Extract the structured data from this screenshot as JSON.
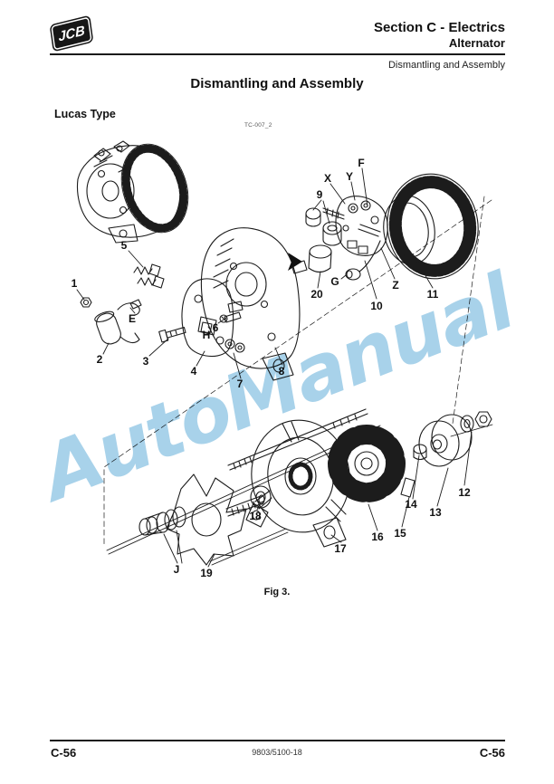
{
  "page": {
    "header": {
      "logo_text": "JCB",
      "section": "Section C - Electrics",
      "subsection": "Alternator",
      "breadcrumb": "Dismantling and Assembly"
    },
    "title": "Dismantling and Assembly",
    "variant_heading": "Lucas Type",
    "drawing_code": "TC-007_2",
    "figure_caption": "Fig 3.",
    "watermark": "AutoManual",
    "footer": {
      "page_number_left": "C-56",
      "doc_number": "9803/5100-18",
      "page_number_right": "C-56"
    }
  },
  "diagram": {
    "description": "Exploded view line drawing of a Lucas type alternator",
    "labels": {
      "n1": "1",
      "n2": "2",
      "n3": "3",
      "n4": "4",
      "n5": "5",
      "n6": "6",
      "n7": "7",
      "n8": "8",
      "n9": "9",
      "n10": "10",
      "n11": "11",
      "n12": "12",
      "n13": "13",
      "n14": "14",
      "n15": "15",
      "n16": "16",
      "n17": "17",
      "n18": "18",
      "n19": "19",
      "n20": "20",
      "E": "E",
      "H": "H",
      "X": "X",
      "Y": "Y",
      "F": "F",
      "G": "G",
      "Z": "Z",
      "J": "J"
    }
  },
  "colors": {
    "watermark": "#a8d2ea",
    "line_art": "#1c1c1c",
    "text": "#111111"
  }
}
